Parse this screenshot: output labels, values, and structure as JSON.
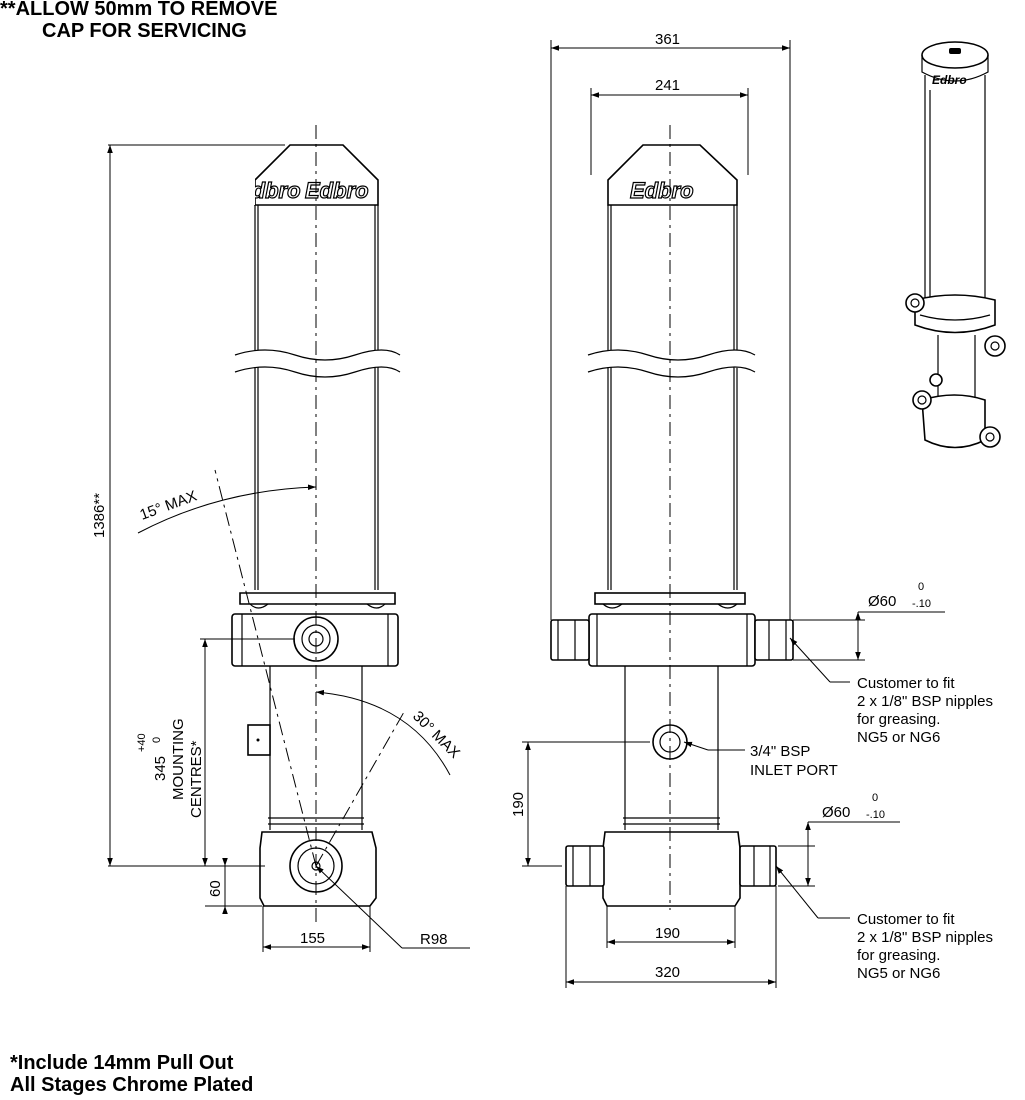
{
  "notes": {
    "top": [
      "**ALLOW 50mm TO REMOVE",
      "CAP FOR SERVICING"
    ],
    "bottom": [
      "*Include 14mm Pull Out",
      "All Stages Chrome Plated"
    ]
  },
  "brand": "Edbro",
  "dimensions": {
    "overall_length": "1386**",
    "angle_top": "15° MAX",
    "angle_bottom": "30° MAX",
    "mounting_centres": [
      "345",
      "MOUNTING",
      "CENTRES*"
    ],
    "tolerance_upper": "+40",
    "tolerance_lower": "0",
    "base_height": "60",
    "base_width": "155",
    "radius": "R98",
    "width_overall": "361",
    "width_inner": "241",
    "inlet_height": "190",
    "mount_width": "190",
    "foot_width": "320",
    "pin_diameter_top": "Ø60",
    "pin_diameter_bottom": "Ø60",
    "pin_tol_upper": "0",
    "pin_tol_lower": "-.10"
  },
  "callouts": {
    "greasing_top": [
      "Customer to fit",
      "2 x 1/8\" BSP nipples",
      "for greasing.",
      "NG5 or NG6"
    ],
    "inlet": [
      "3/4\" BSP",
      "INLET PORT"
    ],
    "greasing_bottom": [
      "Customer to fit",
      "2 x 1/8\" BSP nipples",
      "for greasing.",
      "NG5 or NG6"
    ]
  }
}
